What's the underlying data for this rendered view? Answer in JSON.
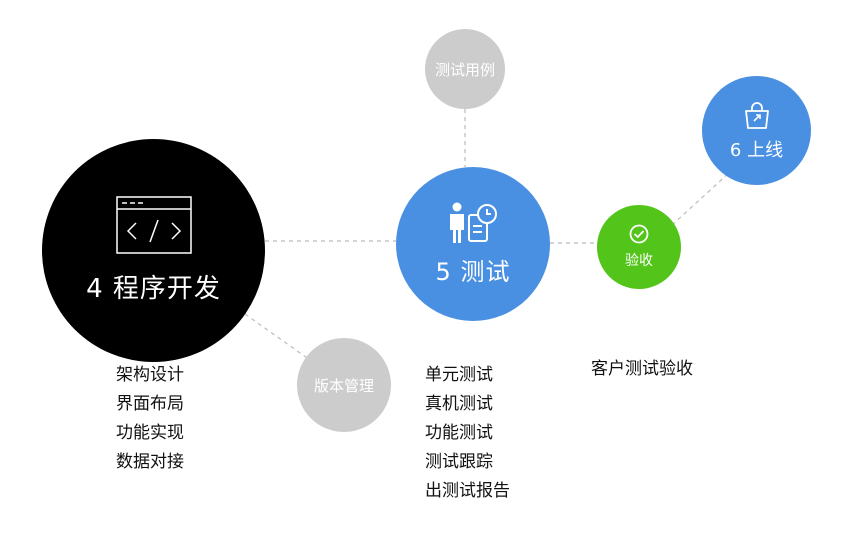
{
  "nodes": {
    "dev": {
      "label": "4 程序开发",
      "icon": "code-window-icon"
    },
    "test": {
      "label": "5 测试",
      "icon": "tester-report-icon"
    },
    "test_cases": {
      "label": "测试用例"
    },
    "version_control": {
      "label": "版本管理"
    },
    "acceptance": {
      "label": "验收",
      "icon": "check-circle-icon"
    },
    "launch": {
      "label": "6 上线",
      "icon": "shopping-bag-icon"
    }
  },
  "lists": {
    "dev_tasks": [
      "架构设计",
      "界面布局",
      "功能实现",
      "数据对接"
    ],
    "test_tasks": [
      "单元测试",
      "真机测试",
      "功能测试",
      "测试跟踪",
      "出测试报告"
    ],
    "acceptance_tasks": [
      "客户测试验收"
    ]
  },
  "colors": {
    "dev": "#000000",
    "test": "#4a90e2",
    "launch": "#4a90e2",
    "acceptance": "#52c41a",
    "secondary": "#cccccc",
    "connector": "#bbbbbb"
  }
}
